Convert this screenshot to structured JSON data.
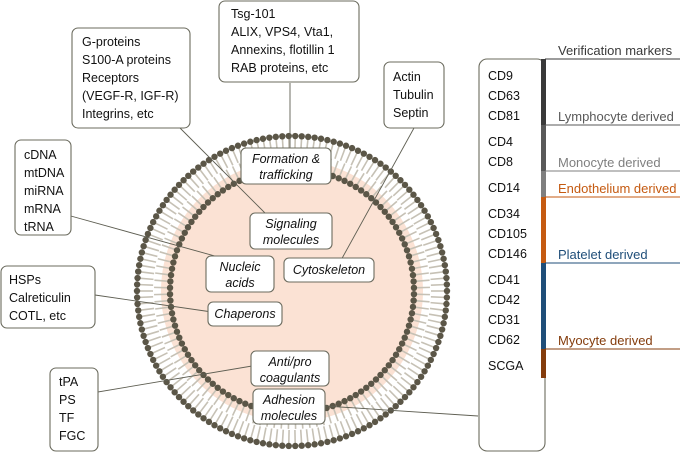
{
  "colors": {
    "vesicle_fill": "#fbe2d4",
    "head": "#5b5647",
    "tail": "#c6c1b5",
    "box_border": "#6b6b5e",
    "verification": "#3a3a3a",
    "lymphocyte": "#595959",
    "monocyte": "#7f7f7f",
    "endothelium": "#c55a11",
    "platelet": "#1f4e79",
    "myocyte": "#843c0c"
  },
  "outer_boxes": {
    "formation_proteins": [
      "Tsg-101",
      "ALIX, VPS4, Vta1,",
      "Annexins, flotillin 1",
      "RAB proteins, etc"
    ],
    "signaling_proteins": [
      "G-proteins",
      "S100-A proteins",
      "Receptors",
      "(VEGF-R, IGF-R)",
      "Integrins, etc"
    ],
    "cytoskeleton_proteins": [
      "Actin",
      "Tubulin",
      "Septin"
    ],
    "nucleic_acids": [
      "cDNA",
      "mtDNA",
      "miRNA",
      "mRNA",
      "tRNA"
    ],
    "chaperons": [
      "HSPs",
      "Calreticulin",
      "COTL, etc"
    ],
    "coagulants": [
      "tPA",
      "PS",
      "TF",
      "FGC"
    ]
  },
  "inner_labels": {
    "formation": [
      "Formation &",
      "trafficking"
    ],
    "signaling": [
      "Signaling",
      "molecules"
    ],
    "nucleic": [
      "Nucleic",
      "acids"
    ],
    "cytoskeleton": [
      "Cytoskeleton"
    ],
    "chaperons": [
      "Chaperons"
    ],
    "coagulants": [
      "Anti/pro",
      "coagulants"
    ],
    "adhesion": [
      "Adhesion",
      "molecules"
    ]
  },
  "marker_groups": [
    {
      "name": "Verification markers",
      "color": "#3a3a3a",
      "markers": [
        "CD9",
        "CD63",
        "CD81"
      ]
    },
    {
      "name": "Lymphocyte derived",
      "color": "#595959",
      "markers": [
        "CD4",
        "CD8"
      ]
    },
    {
      "name": "Monocyte derived",
      "color": "#7f7f7f",
      "markers": [
        "CD14"
      ]
    },
    {
      "name": "Endothelium derived",
      "color": "#c55a11",
      "markers": [
        "CD34",
        "CD105",
        "CD146"
      ]
    },
    {
      "name": "Platelet derived",
      "color": "#1f4e79",
      "markers": [
        "CD41",
        "CD42",
        "CD31",
        "CD62"
      ]
    },
    {
      "name": "Myocyte derived",
      "color": "#843c0c",
      "markers": [
        "SCGA"
      ]
    }
  ]
}
